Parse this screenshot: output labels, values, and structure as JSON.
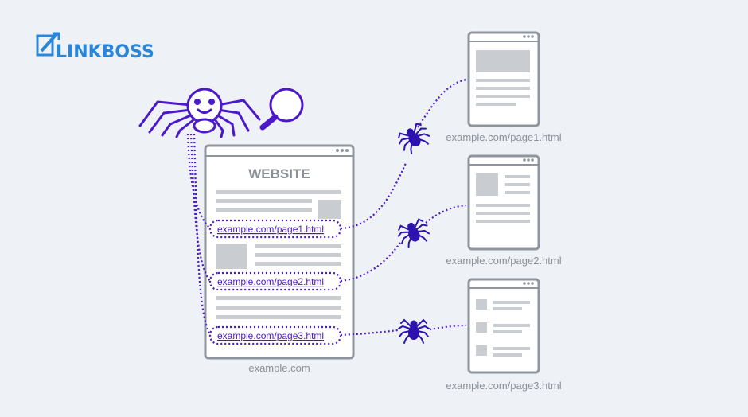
{
  "brand": {
    "name": "LINKBOSS",
    "icon": "linkboss-logo-icon",
    "color": "#2a86d9"
  },
  "colors": {
    "crawler": "#4b19c9",
    "spider_icon": "#2d12b0",
    "page_border": "#8f959c",
    "placeholder": "#c9ccd0",
    "background": "#eef1f6"
  },
  "main_site": {
    "title": "WEBSITE",
    "caption": "example.com",
    "links": [
      {
        "text": "example.com/page1.html"
      },
      {
        "text": "example.com/page2.html"
      },
      {
        "text": "example.com/page3.html"
      }
    ]
  },
  "pages": [
    {
      "caption": "example.com/page1.html"
    },
    {
      "caption": "example.com/page2.html"
    },
    {
      "caption": "example.com/page3.html"
    }
  ]
}
